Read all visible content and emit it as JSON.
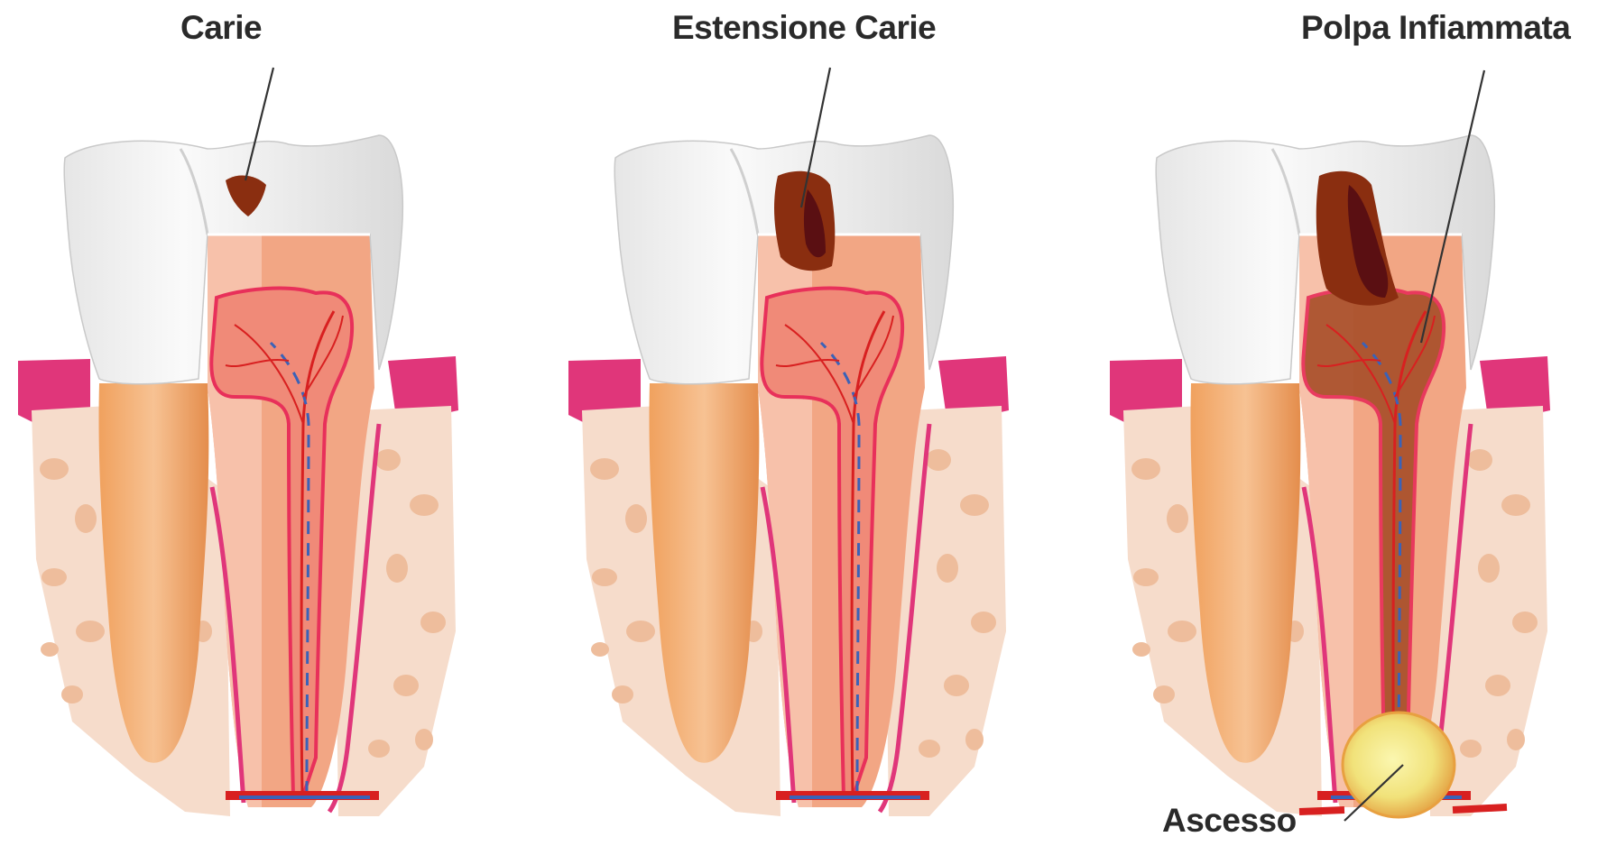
{
  "labels": {
    "carie": "Carie",
    "estensione_carie": "Estensione Carie",
    "polpa_infiammata": "Polpa Infiammata",
    "ascesso": "Ascesso"
  },
  "colors": {
    "enamel": "#f4f4f4",
    "enamel_shade": "#d8d8d8",
    "gum": "#e0367a",
    "gum_light": "#f7b8cf",
    "bone": "#f6dccb",
    "bone_spot": "#eebd9c",
    "dentin": "#f2a684",
    "dentin_cut": "#f7c4ae",
    "root_side": "#f2b27e",
    "pulp": "#f08a78",
    "pulp_outline": "#e8305a",
    "vessel_red": "#d82020",
    "vessel_blue": "#3a62b8",
    "caries": "#8a2e10",
    "caries_dark": "#5a0f12",
    "inflamed_pulp": "#a9502a",
    "abscess": "#f5ee8a",
    "abscess_rim": "#e8a040",
    "leader": "#333333"
  }
}
